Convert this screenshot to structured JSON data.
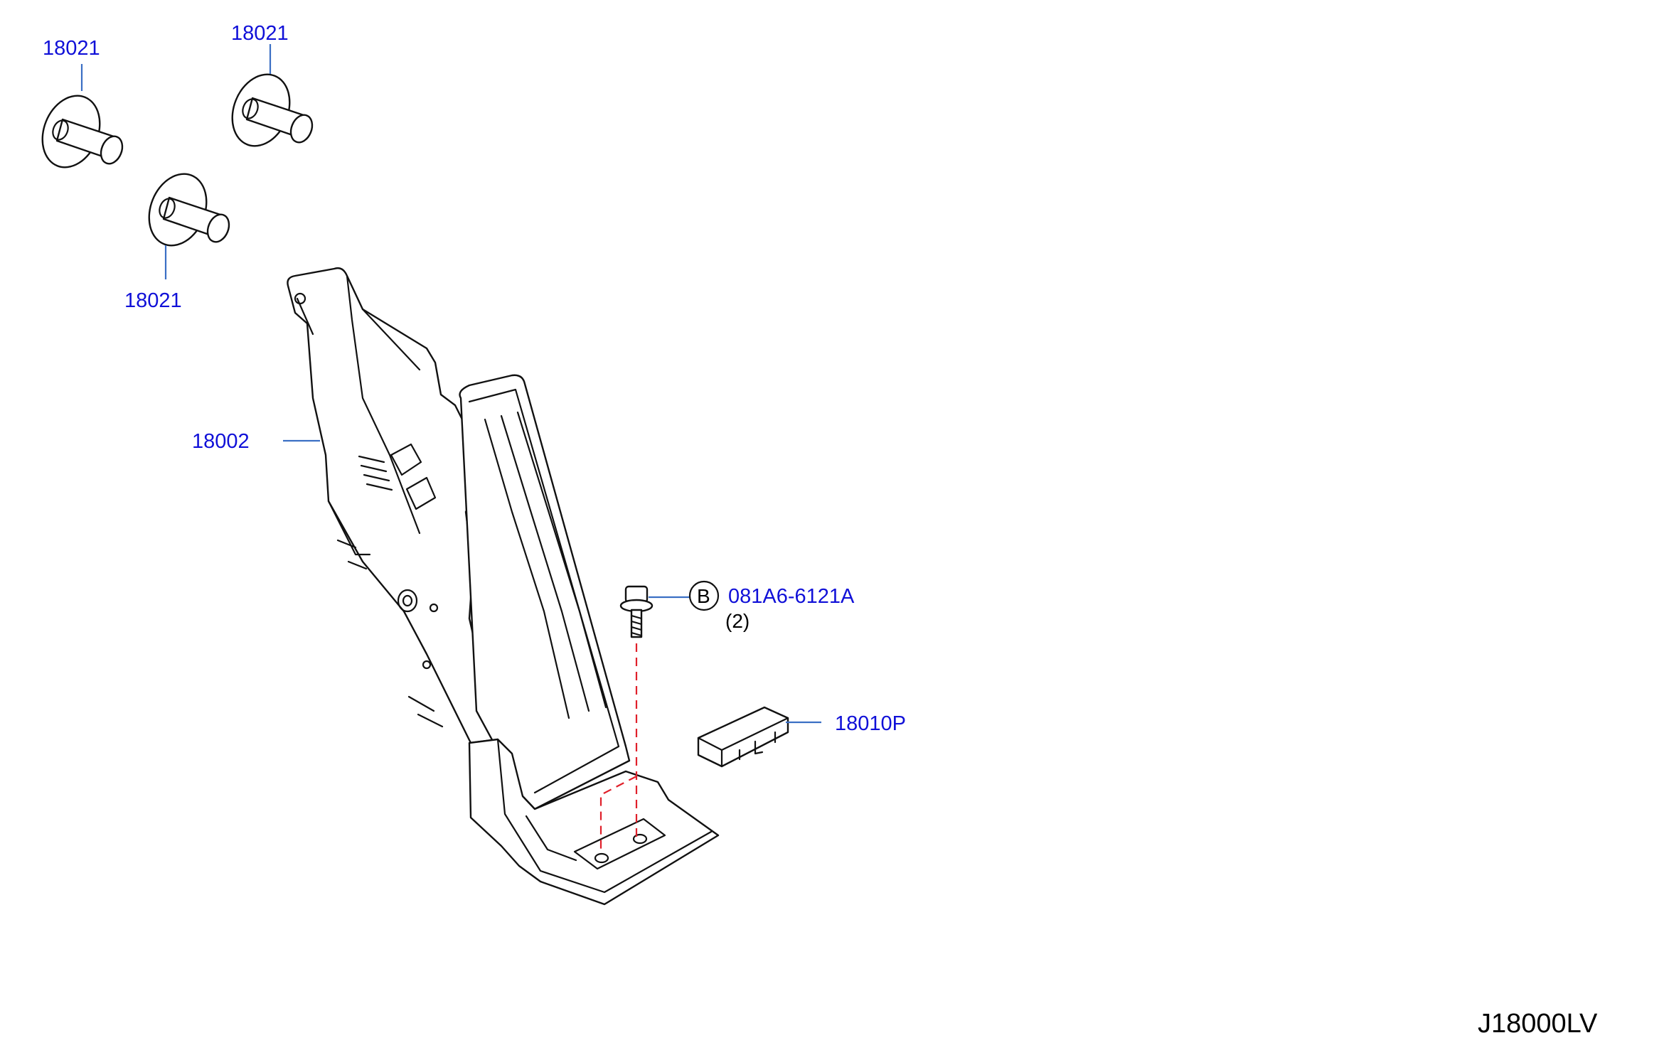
{
  "callouts": {
    "clip_top_left": "18021",
    "clip_top_middle": "18021",
    "clip_lower": "18021",
    "pedal_assembly": "18002",
    "bolt": "081A6-6121A",
    "bolt_qty": "(2)",
    "bolt_reference": "B",
    "sensor_cover": "18010P"
  },
  "diagram_code": "J18000LV",
  "colors": {
    "callout_text": "#1010d8",
    "leader_line": "#3a6fc4",
    "dashed_guide": "#e0202a",
    "line_art": "#111111"
  }
}
